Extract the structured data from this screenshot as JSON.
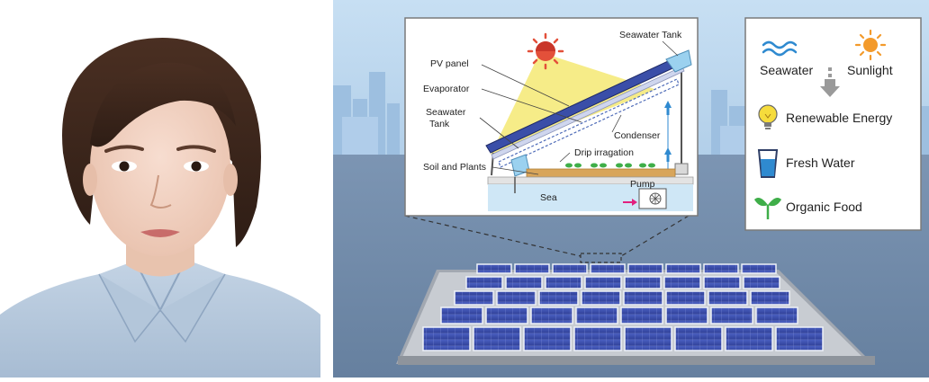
{
  "diagram": {
    "callout_labels": {
      "seawater_tank_top": "Seawater Tank",
      "pv_panel": "PV panel",
      "evaporator": "Evaporator",
      "seawater_tank_left": "Seawater\nTank",
      "condenser": "Condenser",
      "drip_irrigation": "Drip irragation",
      "soil_and_plants": "Soil and Plants",
      "sea": "Sea",
      "pump": "Pump"
    },
    "legend": {
      "inputs": [
        {
          "label": "Seawater",
          "icon": "wave-icon"
        },
        {
          "label": "Sunlight",
          "icon": "sun-icon"
        }
      ],
      "outputs": [
        {
          "label": "Renewable Energy",
          "icon": "lightbulb-icon"
        },
        {
          "label": "Fresh Water",
          "icon": "water-glass-icon"
        },
        {
          "label": "Organic Food",
          "icon": "sprout-icon"
        }
      ]
    },
    "colors": {
      "sky": "#b8d4ec",
      "sea": "#6f89a8",
      "sun_yellow": "#f6ec88",
      "panel_blue": "#3a4ea8",
      "sprout_green": "#3fae49",
      "accent_orange": "#f39a2b",
      "pump_arrow": "#e2207f"
    }
  }
}
